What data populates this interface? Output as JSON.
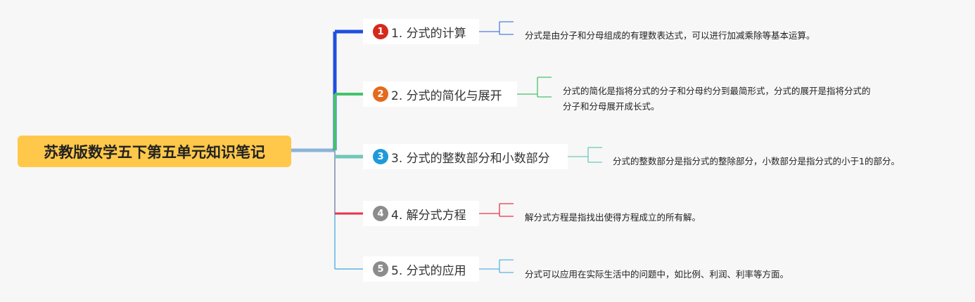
{
  "root": {
    "title": "苏教版数学五下第五单元知识笔记"
  },
  "branches": [
    {
      "number": "1",
      "label": "1. 分式的计算",
      "color": "#1f4fe0",
      "badge_color": "#d42a1c",
      "notes": [
        "分式是由分子和分母组成的有理数表达式，可以进行加减乘除等基本运算。"
      ]
    },
    {
      "number": "2",
      "label": "2. 分式的简化与展开",
      "color": "#43c46a",
      "badge_color": "#e46a1e",
      "notes": [
        "分式的简化是指将分式的分子和分母约分到最简形式，分式的展开是指将分式的",
        "分子和分母展开成长式。"
      ]
    },
    {
      "number": "3",
      "label": "3. 分式的整数部分和小数部分",
      "color": "#6fc7b8",
      "badge_color": "#1f9ad8",
      "notes": [
        "分式的整数部分是指分式的整除部分，小数部分是指分式的小于1的部分。"
      ]
    },
    {
      "number": "4",
      "label": "4. 解分式方程",
      "color": "#e8324a",
      "badge_color": "#8c8c8c",
      "notes": [
        "解分式方程是指找出使得方程成立的所有解。"
      ]
    },
    {
      "number": "5",
      "label": "5. 分式的应用",
      "color": "#5ab4e6",
      "badge_color": "#8c8c8c",
      "notes": [
        "分式可以应用在实际生活中的问题中，如比例、利润、利率等方面。"
      ]
    }
  ]
}
